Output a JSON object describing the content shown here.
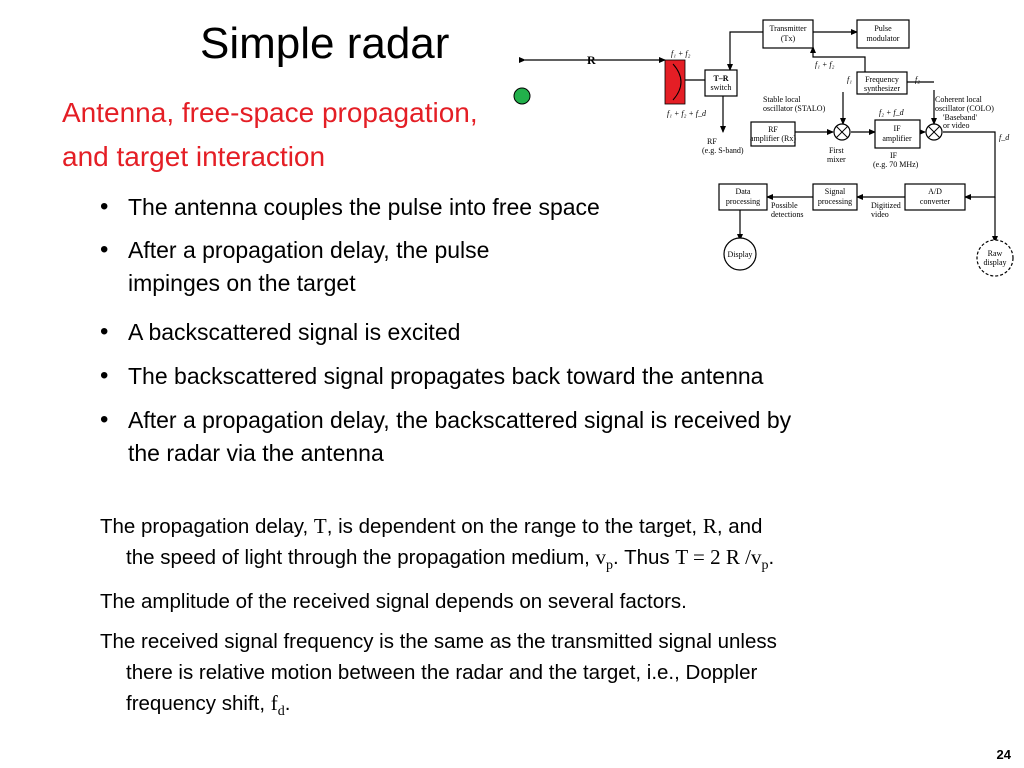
{
  "slide": {
    "title": "Simple radar",
    "subtitle_lines": [
      "Antenna, free-space propagation,",
      "and target interaction"
    ],
    "bullets": [
      {
        "line1": "The antenna couples the pulse into free space"
      },
      {
        "line1": "After a propagation delay, the pulse",
        "line2": "impinges on the target"
      },
      {
        "line1": "A backscattered signal is excited"
      },
      {
        "line1": "The backscattered signal propagates back toward the antenna"
      },
      {
        "line1": "After a propagation delay, the backscattered signal is received by",
        "line2": "the radar via the antenna"
      }
    ],
    "para1": {
      "t1": "The propagation delay, ",
      "T": "T",
      "t2": ", is dependent on the range to the target, ",
      "R": "R",
      "t3": ", and",
      "t4": "the speed of light through the propagation medium, ",
      "vp_v": "v",
      "vp_sub": "p",
      "t5": ".  Thus  ",
      "formula": "T = 2 R /v",
      "formula_sub": "p",
      "t6": "."
    },
    "para2": "The amplitude of the received signal depends on several factors.",
    "para3": {
      "line1": "The received signal frequency is the same as the transmitted signal unless",
      "line2": "there is relative motion between the radar and the target, i.e., Doppler",
      "line3": "frequency shift, ",
      "fd_f": "f",
      "fd_sub": "d",
      "end": "."
    },
    "page_number": "24"
  },
  "diagram": {
    "range_label": "R",
    "antenna_color": "#e41e25",
    "target_color": "#22b04b",
    "blocks": {
      "transmitter": [
        "Transmitter",
        "(Tx)"
      ],
      "pulse_modulator": [
        "Pulse",
        "modulator"
      ],
      "tr_switch": [
        "T–R",
        "switch"
      ],
      "frequency_synthesizer": [
        "Frequency",
        "synthesizer"
      ],
      "rf_amplifier": [
        "RF",
        "amplifier (Rx)"
      ],
      "if_amplifier": [
        "IF",
        "amplifier"
      ],
      "data_processing": [
        "Data",
        "processing"
      ],
      "signal_processing": [
        "Signal",
        "processing"
      ],
      "ad_converter": [
        "A/D",
        "converter"
      ],
      "display": "Display",
      "raw_display": [
        "Raw",
        "display"
      ]
    },
    "labels": {
      "f1_plus_f2_top": "f₁ + f₂",
      "f1_plus_f2_switch": "f₁ + f₂",
      "f1_f2_fd": "f₁ + f₂ + f_d",
      "f1": "f₁",
      "f2": "f₂",
      "f2_plus_fd": "f₂ + f_d",
      "fd": "f_d",
      "stalo": [
        "Stable local",
        "oscillator (STALO)"
      ],
      "colo": [
        "Coherent local",
        "oscillator (COLO)"
      ],
      "baseband": [
        "'Baseband'",
        "or video"
      ],
      "rf_band": [
        "RF",
        "(e.g. S-band)"
      ],
      "first_mixer": [
        "First",
        "mixer"
      ],
      "if_freq": [
        "IF",
        "(e.g. 70 MHz)"
      ],
      "possible_detections": [
        "Possible",
        "detections"
      ],
      "digitized_video": [
        "Digitized",
        "video"
      ]
    }
  }
}
